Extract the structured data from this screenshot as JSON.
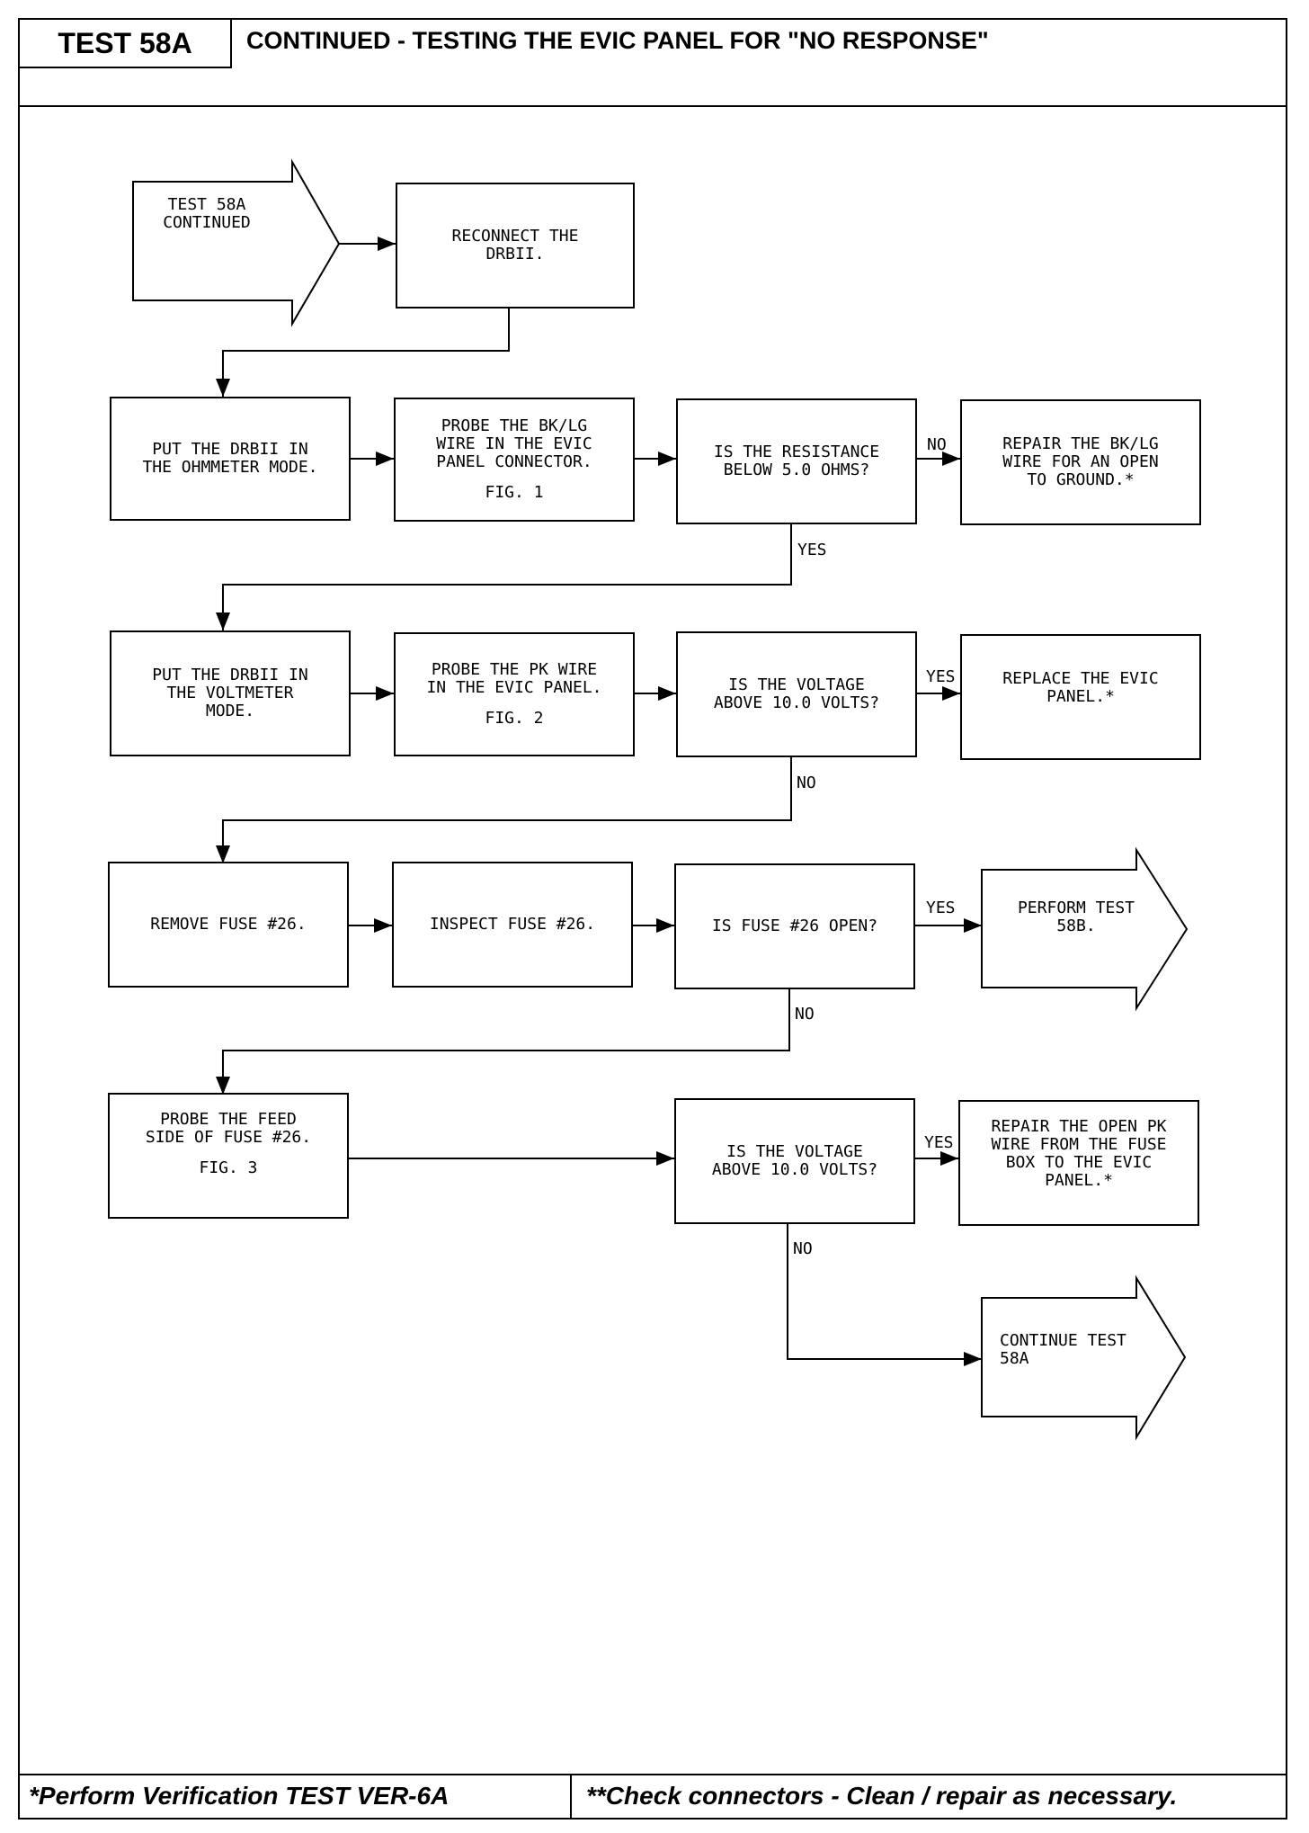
{
  "header": {
    "test_id": "TEST 58A",
    "title": "CONTINUED - TESTING THE EVIC PANEL FOR \"NO RESPONSE\""
  },
  "flow": {
    "start": "TEST 58A\nCONTINUED",
    "reconnect": "RECONNECT THE\nDRBII.",
    "ohm_mode": "PUT THE DRBII IN\nTHE OHMMETER MODE.",
    "probe_bklg": "PROBE THE BK/LG\nWIRE IN THE EVIC\nPANEL CONNECTOR.",
    "fig1": "FIG. 1",
    "resistance_q": "IS THE RESISTANCE\nBELOW 5.0 OHMS?",
    "repair_bklg": "REPAIR THE BK/LG\nWIRE FOR AN OPEN\nTO GROUND.*",
    "volt_mode": "PUT THE DRBII IN\nTHE VOLTMETER\nMODE.",
    "probe_pk": "PROBE THE PK WIRE\nIN THE EVIC PANEL.",
    "fig2": "FIG. 2",
    "voltage_q1": "IS THE VOLTAGE\nABOVE 10.0 VOLTS?",
    "replace_evic": "REPLACE THE EVIC\nPANEL.*",
    "remove_fuse": "REMOVE FUSE #26.",
    "inspect_fuse": "INSPECT FUSE #26.",
    "fuse_q": "IS FUSE #26 OPEN?",
    "perform_58b": "PERFORM TEST\n58B.",
    "probe_feed": "PROBE THE FEED\nSIDE OF FUSE #26.",
    "fig3": "FIG. 3",
    "voltage_q2": "IS THE VOLTAGE\nABOVE 10.0 VOLTS?",
    "repair_pk": "REPAIR THE OPEN PK\nWIRE FROM THE FUSE\nBOX TO THE EVIC\nPANEL.*",
    "continue_58a": "CONTINUE TEST\n58A"
  },
  "labels": {
    "no_1": "NO",
    "yes_1": "YES",
    "yes_2": "YES",
    "no_2": "NO",
    "yes_3": "YES",
    "no_3": "NO",
    "yes_4": "YES",
    "no_4": "NO"
  },
  "footer": {
    "left": "*Perform Verification TEST VER-6A",
    "right": "**Check connectors - Clean / repair as necessary."
  }
}
